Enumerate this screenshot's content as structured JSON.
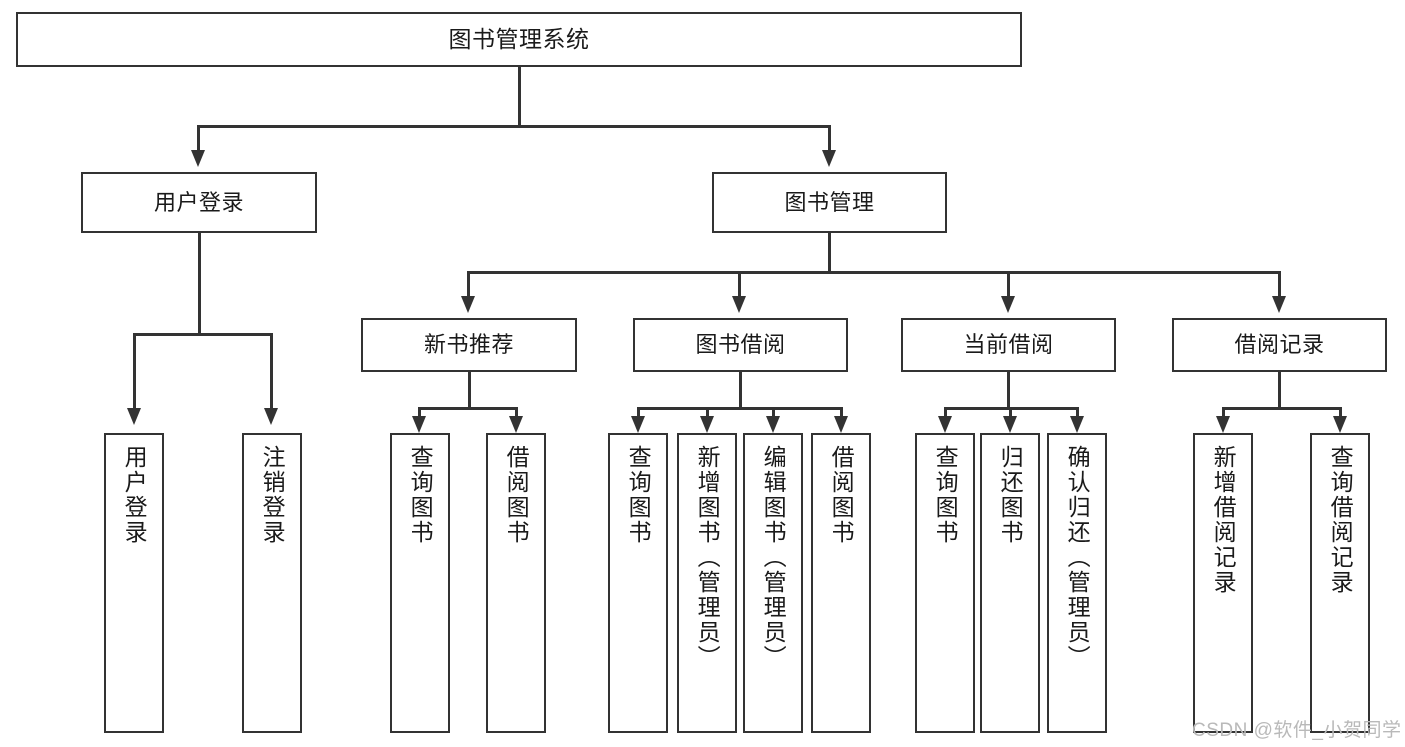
{
  "diagram": {
    "title": "图书管理系统",
    "watermark": "CSDN @软件_小贺同学",
    "accent_color": "#333333",
    "background_color": "#ffffff",
    "levels": {
      "root": {
        "label": "图书管理系统"
      },
      "level2": [
        {
          "label": "用户登录"
        },
        {
          "label": "图书管理"
        }
      ],
      "level3": [
        {
          "label": "新书推荐"
        },
        {
          "label": "图书借阅"
        },
        {
          "label": "当前借阅"
        },
        {
          "label": "借阅记录"
        }
      ],
      "leaves_user_login": [
        {
          "label": "用户登录"
        },
        {
          "label": "注销登录"
        }
      ],
      "leaves_new_book": [
        {
          "label": "查询图书"
        },
        {
          "label": "借阅图书"
        }
      ],
      "leaves_borrow": [
        {
          "label": "查询图书"
        },
        {
          "label": "新增图书（管理员）"
        },
        {
          "label": "编辑图书（管理员）"
        },
        {
          "label": "借阅图书"
        }
      ],
      "leaves_current": [
        {
          "label": "查询图书"
        },
        {
          "label": "归还图书"
        },
        {
          "label": "确认归还（管理员）"
        }
      ],
      "leaves_record": [
        {
          "label": "新增借阅记录"
        },
        {
          "label": "查询借阅记录"
        }
      ]
    }
  }
}
